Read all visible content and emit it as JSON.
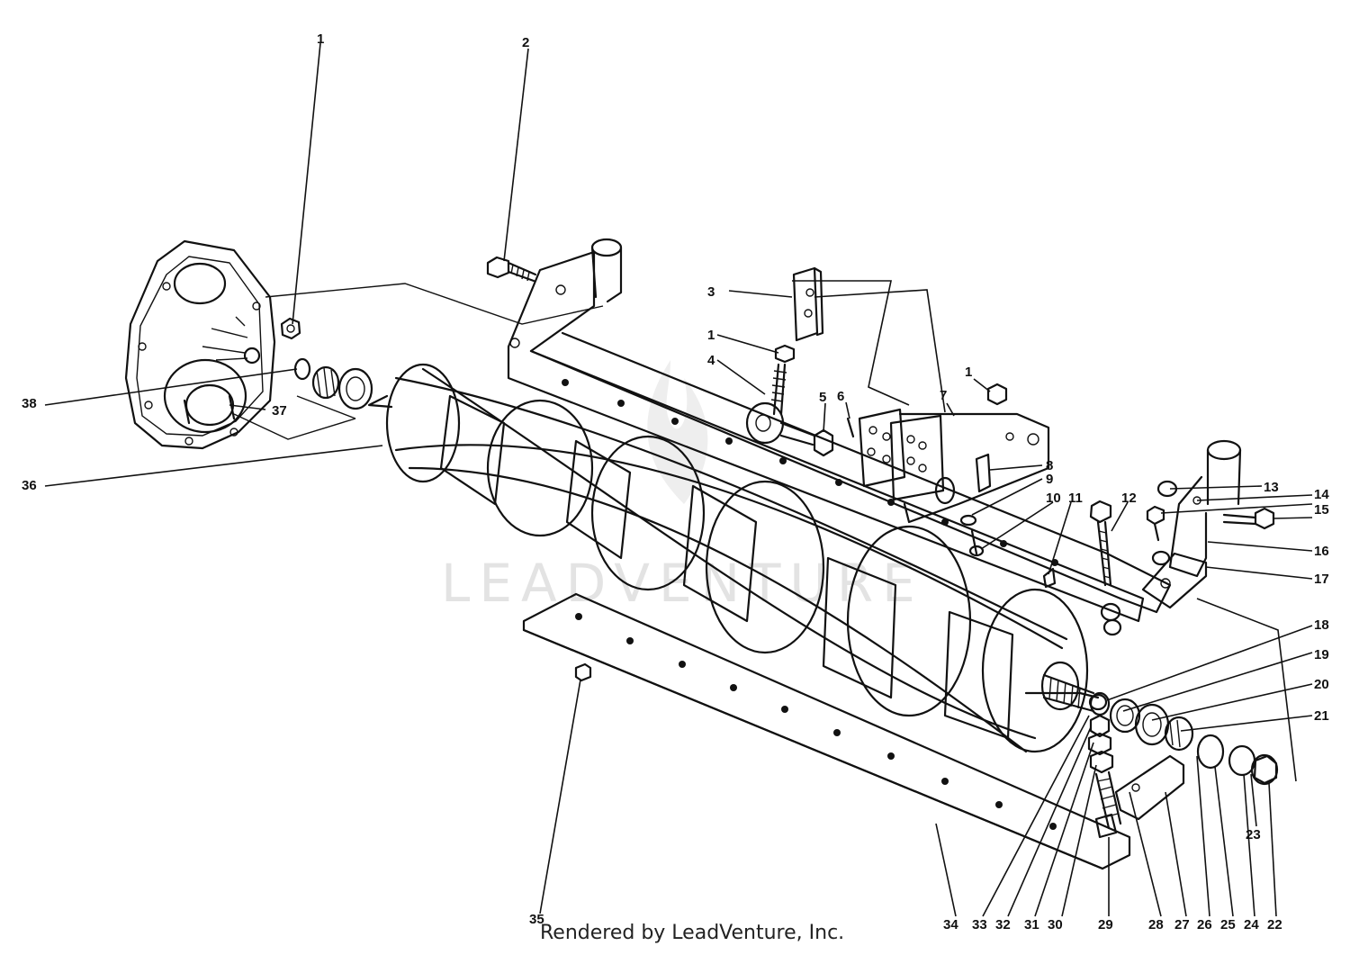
{
  "credit": "Rendered by LeadVenture, Inc.",
  "watermark": "LEADVENTURE",
  "callouts": [
    {
      "id": "1a",
      "text": "1"
    },
    {
      "id": "2",
      "text": "2"
    },
    {
      "id": "3",
      "text": "3"
    },
    {
      "id": "1b",
      "text": "1"
    },
    {
      "id": "4",
      "text": "4"
    },
    {
      "id": "5",
      "text": "5"
    },
    {
      "id": "6",
      "text": "6"
    },
    {
      "id": "7",
      "text": "7"
    },
    {
      "id": "1c",
      "text": "1"
    },
    {
      "id": "8",
      "text": "8"
    },
    {
      "id": "9",
      "text": "9"
    },
    {
      "id": "10",
      "text": "10"
    },
    {
      "id": "11",
      "text": "11"
    },
    {
      "id": "12",
      "text": "12"
    },
    {
      "id": "13",
      "text": "13"
    },
    {
      "id": "14",
      "text": "14"
    },
    {
      "id": "15",
      "text": "15"
    },
    {
      "id": "16",
      "text": "16"
    },
    {
      "id": "17",
      "text": "17"
    },
    {
      "id": "18",
      "text": "18"
    },
    {
      "id": "19",
      "text": "19"
    },
    {
      "id": "20",
      "text": "20"
    },
    {
      "id": "21",
      "text": "21"
    },
    {
      "id": "22",
      "text": "22"
    },
    {
      "id": "23",
      "text": "23"
    },
    {
      "id": "24",
      "text": "24"
    },
    {
      "id": "25",
      "text": "25"
    },
    {
      "id": "26",
      "text": "26"
    },
    {
      "id": "27",
      "text": "27"
    },
    {
      "id": "28",
      "text": "28"
    },
    {
      "id": "29",
      "text": "29"
    },
    {
      "id": "30",
      "text": "30"
    },
    {
      "id": "31",
      "text": "31"
    },
    {
      "id": "32",
      "text": "32"
    },
    {
      "id": "33",
      "text": "33"
    },
    {
      "id": "34",
      "text": "34"
    },
    {
      "id": "35",
      "text": "35"
    },
    {
      "id": "36",
      "text": "36"
    },
    {
      "id": "37",
      "text": "37"
    },
    {
      "id": "38",
      "text": "38"
    }
  ]
}
